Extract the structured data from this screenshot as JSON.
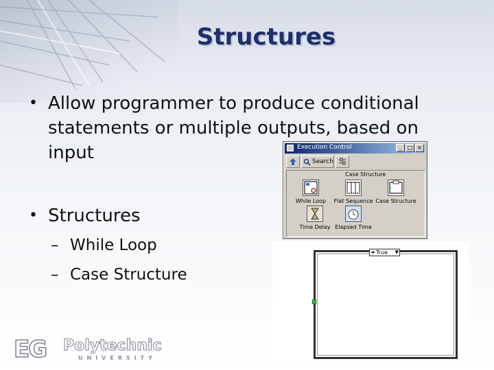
{
  "slide": {
    "title": "Structures",
    "bullets": [
      {
        "text": "Allow programmer to produce conditional statements or multiple outputs, based on input"
      },
      {
        "text": "Structures"
      }
    ],
    "sub_bullets": [
      "While Loop",
      "Case Structure"
    ],
    "bullet_glyph": "•",
    "sub_glyph": "–"
  },
  "logo": {
    "letters": "EG",
    "word": "Polytechnic",
    "sub": "UNIVERSITY"
  },
  "palette": {
    "title": "Execution Control",
    "toolbar": {
      "search_label": "Search"
    },
    "hover_label": "Case Structure",
    "items": [
      {
        "label": "While Loop",
        "icon": "while-loop-icon"
      },
      {
        "label": "Flat Sequence",
        "icon": "flat-sequence-icon"
      },
      {
        "label": "Case Structure",
        "icon": "case-structure-icon"
      },
      {
        "label": "Time Delay",
        "icon": "time-delay-icon"
      },
      {
        "label": "Elapsed Time",
        "icon": "elapsed-time-icon"
      }
    ]
  },
  "case_structure": {
    "selector_value": "True"
  },
  "colors": {
    "title": "#1f2f6b",
    "titlebar_start": "#0a246a",
    "titlebar_end": "#a6caf0",
    "window_face": "#d4d0c8",
    "terminal_green": "#38c038"
  }
}
